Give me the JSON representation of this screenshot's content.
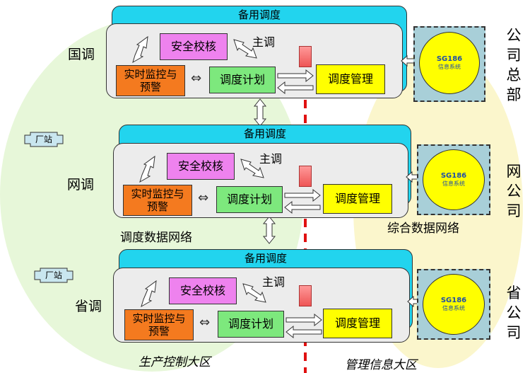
{
  "levels": [
    {
      "name": "国调",
      "backup": "备用调度",
      "safety": "安全校核",
      "main_dispatch": "主调",
      "monitor": "实时监控与预警",
      "plan": "调度计划",
      "manage": "调度管理",
      "company": "公司总部",
      "sg_title": "SG186",
      "sg_sub": "信息系统"
    },
    {
      "name": "网调",
      "backup": "备用调度",
      "safety": "安全校核",
      "main_dispatch": "主调",
      "monitor": "实时监控与预警",
      "plan": "调度计划",
      "manage": "调度管理",
      "company": "网公司",
      "sg_title": "SG186",
      "sg_sub": "信息系统"
    },
    {
      "name": "省调",
      "backup": "备用调度",
      "safety": "安全校核",
      "main_dispatch": "主调",
      "monitor": "实时监控与预警",
      "plan": "调度计划",
      "manage": "调度管理",
      "company": "省公司",
      "sg_title": "SG186",
      "sg_sub": "信息系统"
    }
  ],
  "factory_label": "厂站",
  "dispatch_network": "调度数据网络",
  "integrated_network": "综合数据网络",
  "zone_production": "生产控制大区",
  "zone_management": "管理信息大区",
  "colors": {
    "backup": "#22d4ee",
    "safety": "#ee82ee",
    "monitor": "#f47a1f",
    "plan": "#7de87d",
    "manage": "#ffff00",
    "divider": "#e01010"
  }
}
